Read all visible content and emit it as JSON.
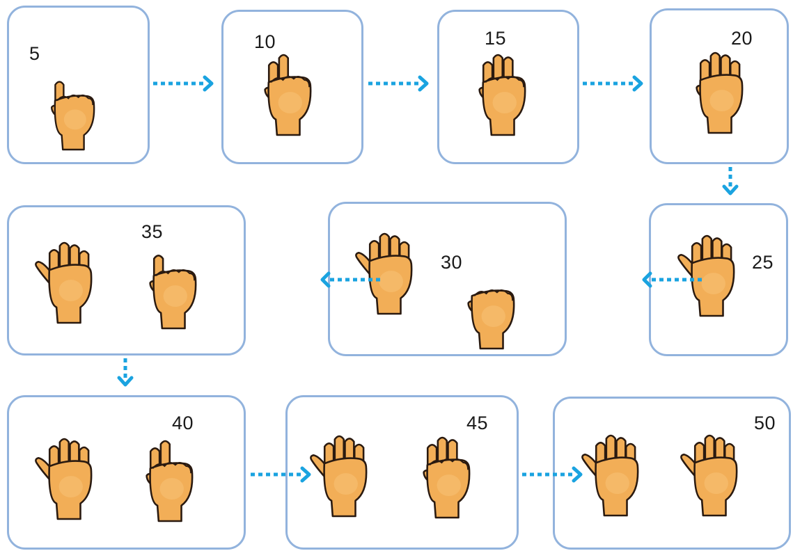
{
  "colors": {
    "panel_border": "#92b3dd",
    "arrow": "#1aa3e0",
    "skin": "#f2ae57",
    "skin_light": "#f7c277",
    "outline": "#2a1a10"
  },
  "steps": [
    {
      "label": "5",
      "hands": [
        1
      ]
    },
    {
      "label": "10",
      "hands": [
        2
      ]
    },
    {
      "label": "15",
      "hands": [
        3
      ]
    },
    {
      "label": "20",
      "hands": [
        4
      ]
    },
    {
      "label": "25",
      "hands": [
        5
      ]
    },
    {
      "label": "30",
      "hands": [
        5,
        0
      ]
    },
    {
      "label": "35",
      "hands": [
        5,
        1
      ]
    },
    {
      "label": "40",
      "hands": [
        5,
        2
      ]
    },
    {
      "label": "45",
      "hands": [
        5,
        3
      ]
    },
    {
      "label": "50",
      "hands": [
        5,
        5
      ]
    }
  ],
  "icons": {
    "hand": "counting-hand-icon",
    "arrow": "dotted-arrow-icon"
  }
}
